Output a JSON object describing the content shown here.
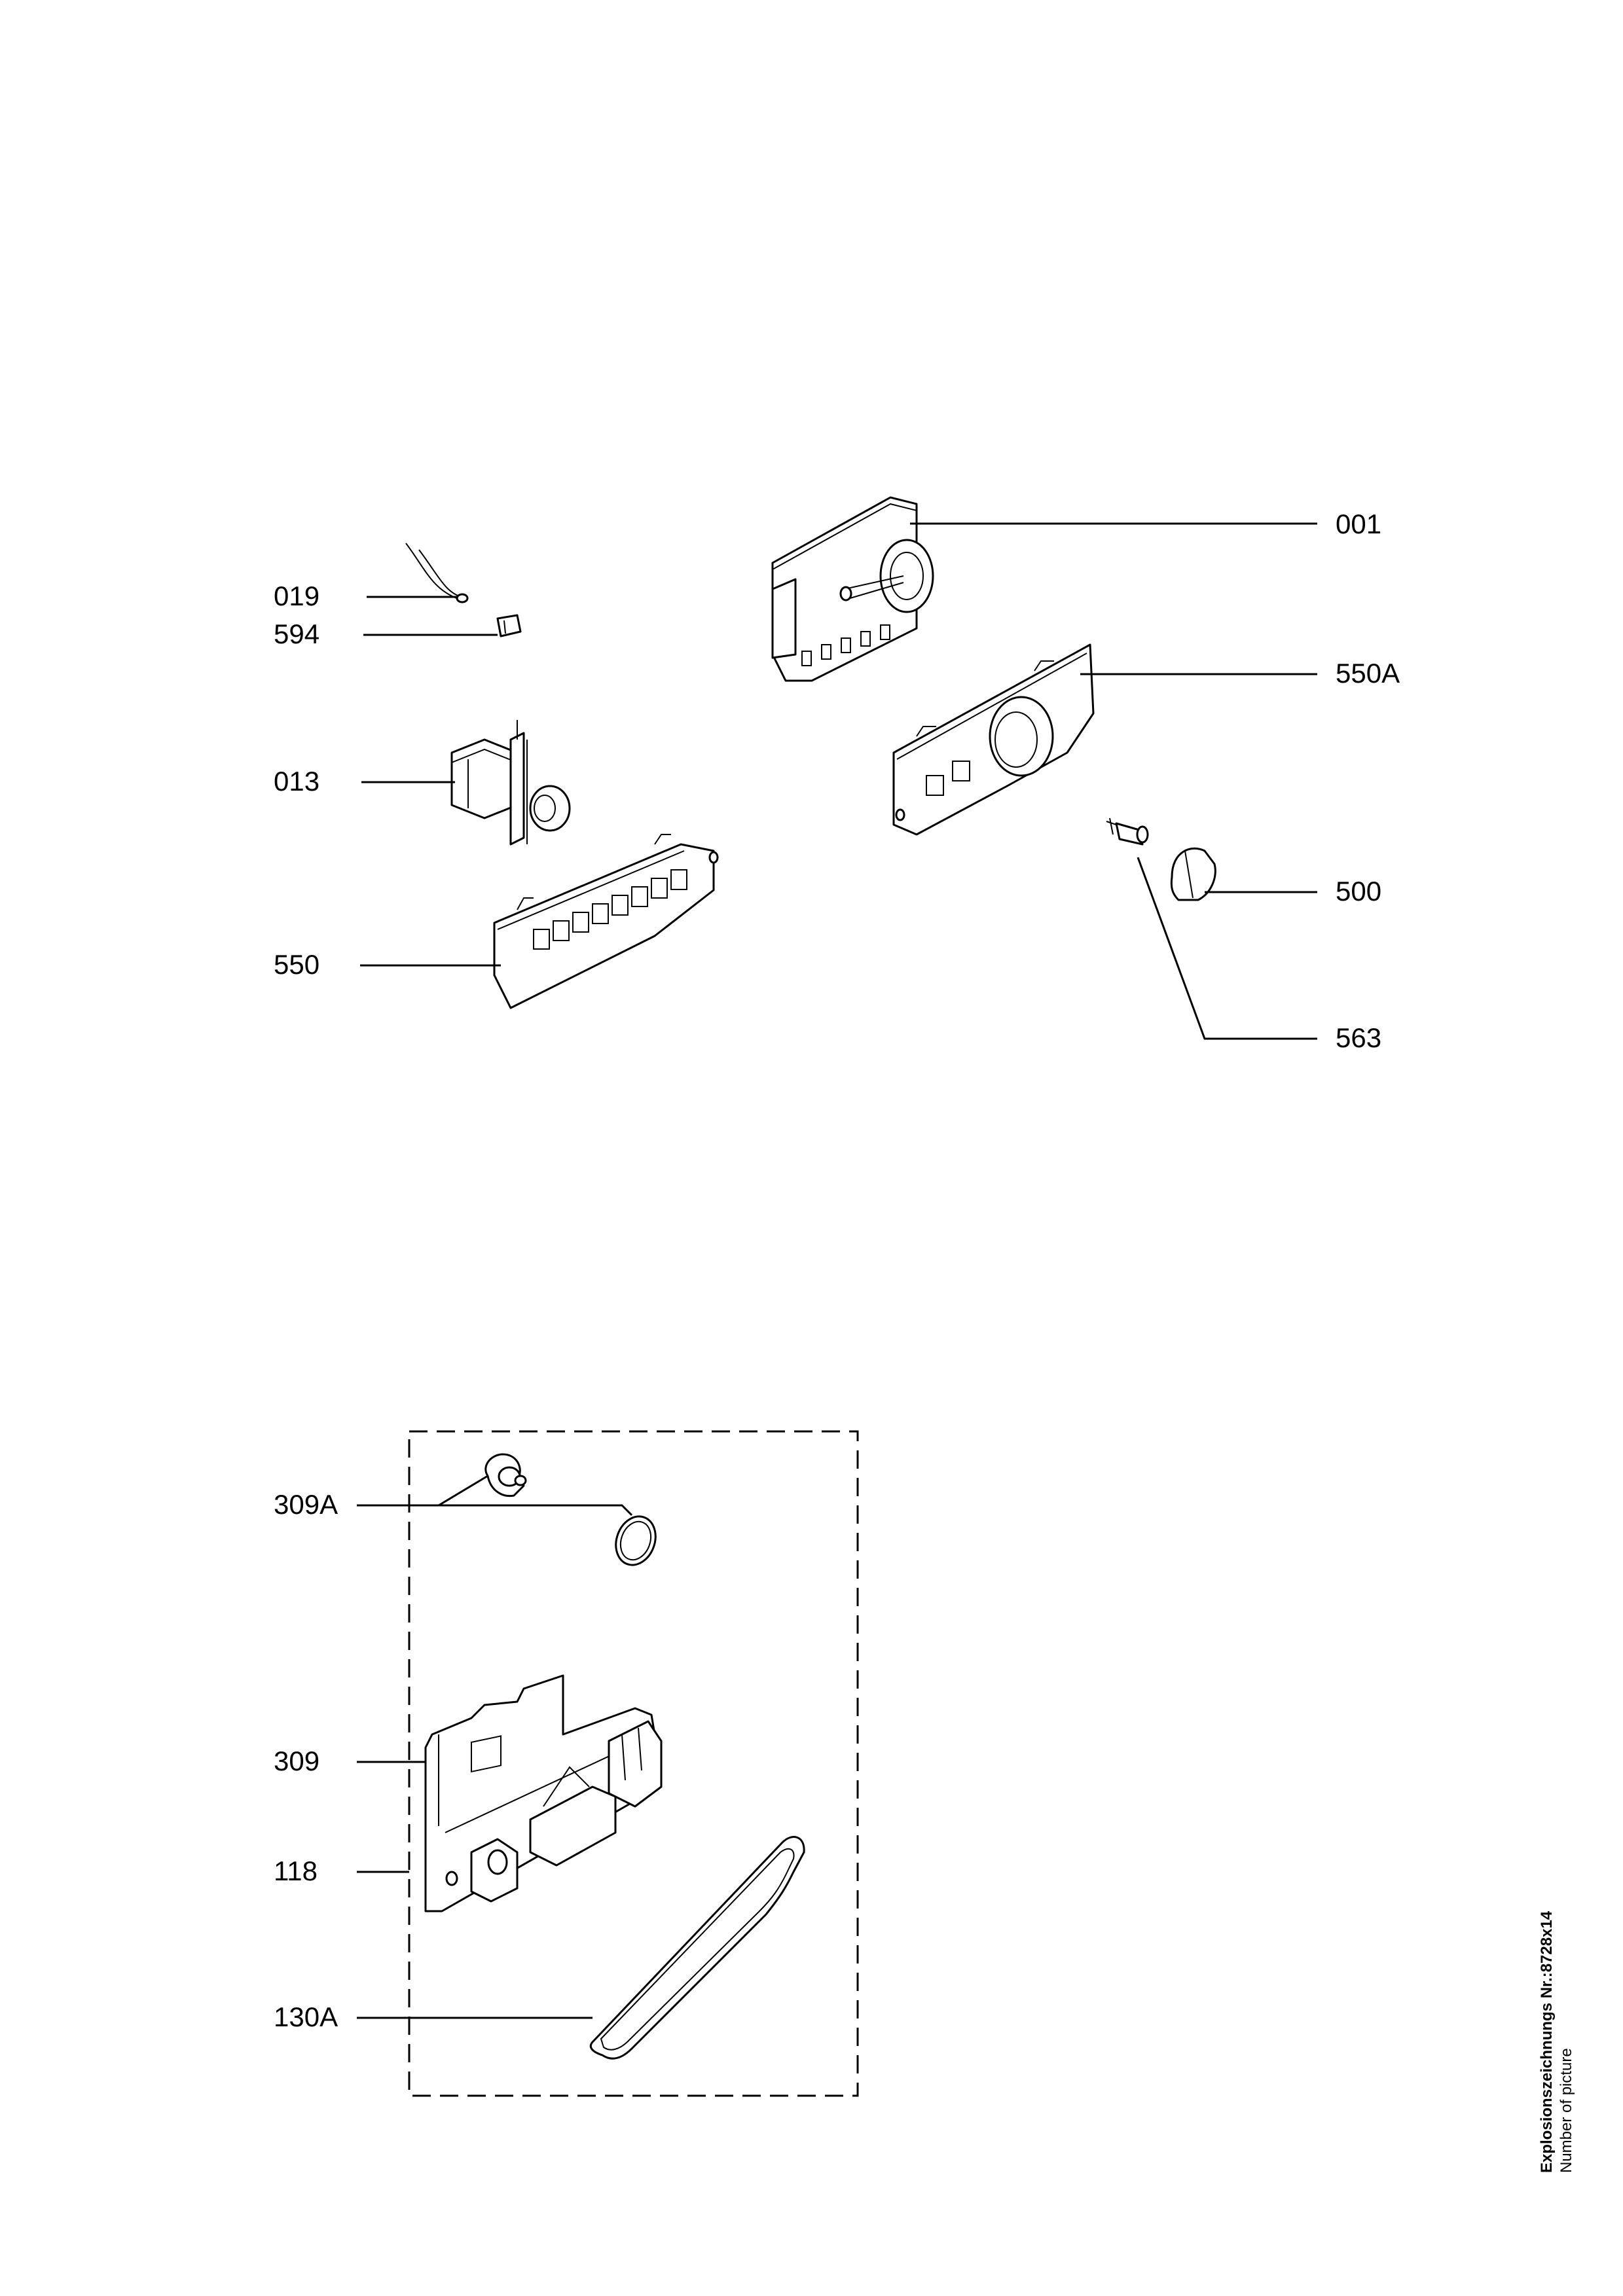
{
  "labels": {
    "p001": "001",
    "p019": "019",
    "p594": "594",
    "p013": "013",
    "p550": "550",
    "p550A": "550A",
    "p500": "500",
    "p563": "563",
    "p309A": "309A",
    "p309": "309",
    "p118": "118",
    "p130A": "130A"
  },
  "footer": {
    "title": "Explosionszeichnungs Nr.:8728x14",
    "subtitle": "Number of picture"
  }
}
